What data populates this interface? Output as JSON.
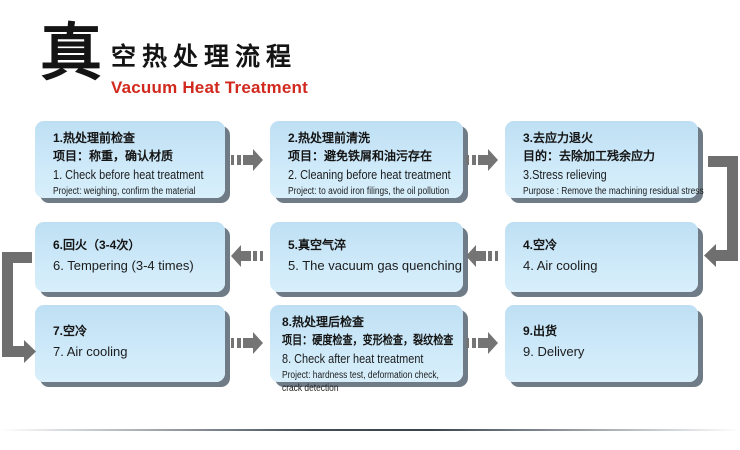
{
  "header": {
    "title_zh_lead": "真",
    "title_zh_rest": "空热处理流程",
    "title_en": "Vacuum Heat Treatment"
  },
  "colors": {
    "box_fill_top": "#bedff3",
    "box_fill_bottom": "#d8effb",
    "box_shadow": "#566573",
    "arrow_gray": "#747474",
    "title_red": "#d2291e",
    "text_black": "#141414"
  },
  "icons": {
    "flow_arrow_right": "striped-right-arrow",
    "flow_arrow_left": "striped-left-arrow",
    "connector_right": "bent-arrow-down-then-left",
    "connector_left": "bent-arrow-down-then-right",
    "bottom_rule": "gradient-divider-line"
  },
  "steps": [
    {
      "lines": [
        "1.热处理前检查",
        "项目：称重，确认材质",
        "1. Check before heat treatment",
        "Project: weighing, confirm the material"
      ]
    },
    {
      "lines": [
        "2.热处理前清洗",
        "项目：避免铁屑和油污存在",
        "2. Cleaning before heat treatment",
        "Project: to avoid iron filings, the oil pollution"
      ]
    },
    {
      "lines": [
        "3.去应力退火",
        "目的：去除加工残余应力",
        "3.Stress relieving",
        "Purpose : Remove the machining residual stress"
      ]
    },
    {
      "lines": [
        "4.空冷",
        "4. Air cooling"
      ]
    },
    {
      "lines": [
        "5.真空气淬",
        "5. The vacuum gas quenching"
      ]
    },
    {
      "lines": [
        "6.回火（3-4次）",
        "6. Tempering (3-4 times)"
      ]
    },
    {
      "lines": [
        "7.空冷",
        "7. Air cooling"
      ]
    },
    {
      "lines": [
        "8.热处理后检查",
        "项目：硬度检查，变形检查，裂纹检查",
        "8. Check after heat treatment",
        "Project: hardness test, deformation check, crack detection"
      ]
    },
    {
      "lines": [
        "9.出货",
        "9. Delivery"
      ]
    }
  ]
}
